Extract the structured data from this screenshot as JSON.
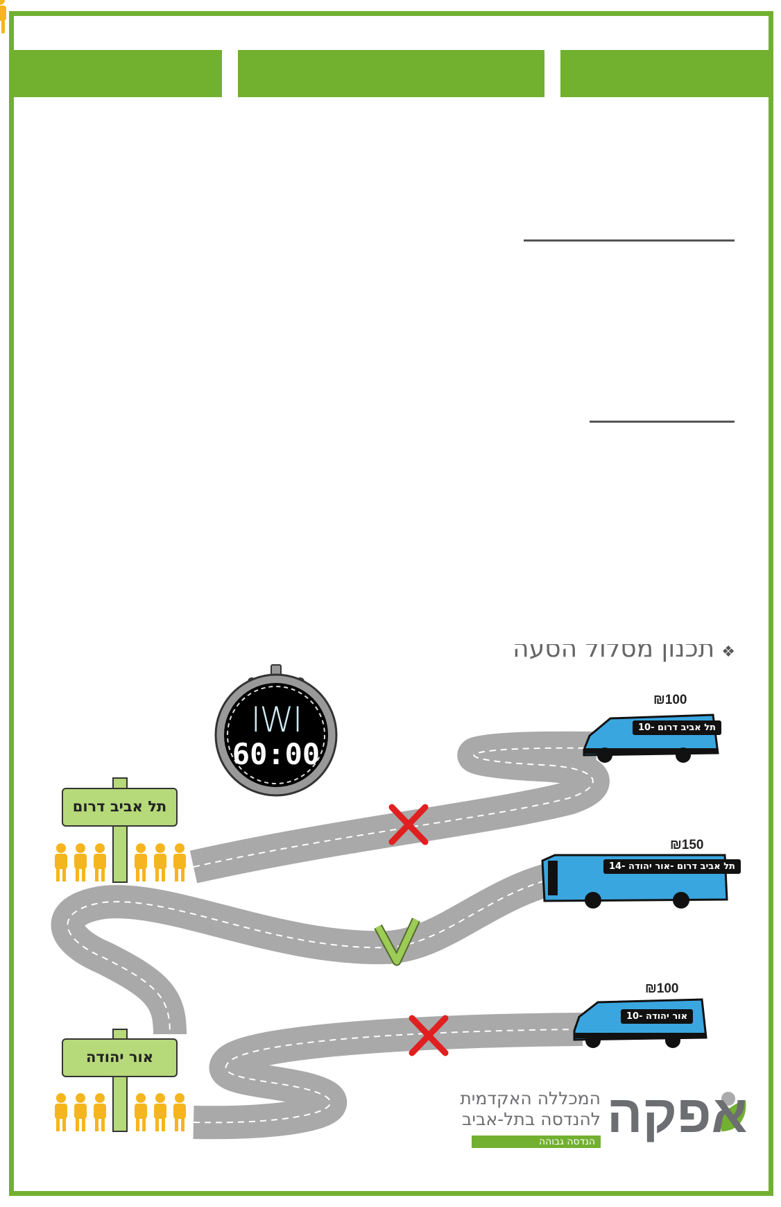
{
  "colors": {
    "brand_green": "#72b030",
    "bus_blue": "#3aa6e0",
    "road": "#a9a9a9",
    "people": "#f5b51e",
    "sign": "#b6d97a",
    "cross": "#e02020",
    "check": "#9ccc55"
  },
  "heading": {
    "bullet": "❖",
    "text": "תכנון מסלול הסעה"
  },
  "stopwatch": {
    "brand": "IWI",
    "time": "60:00"
  },
  "buses": [
    {
      "price": "₪100",
      "label": "תל אביב דרום -10"
    },
    {
      "price": "₪150",
      "label": "תל אביב דרום -אור יהודה -14"
    },
    {
      "price": "₪100",
      "label": "אור יהודה -10"
    }
  ],
  "signs": [
    "תל אביב דרום",
    "אור יהודה"
  ],
  "logo": {
    "name": "אפקה",
    "line1": "המכללה האקדמית",
    "line2": "להנדסה בתל-אביב",
    "tag": "הנדסה גבוהה"
  }
}
